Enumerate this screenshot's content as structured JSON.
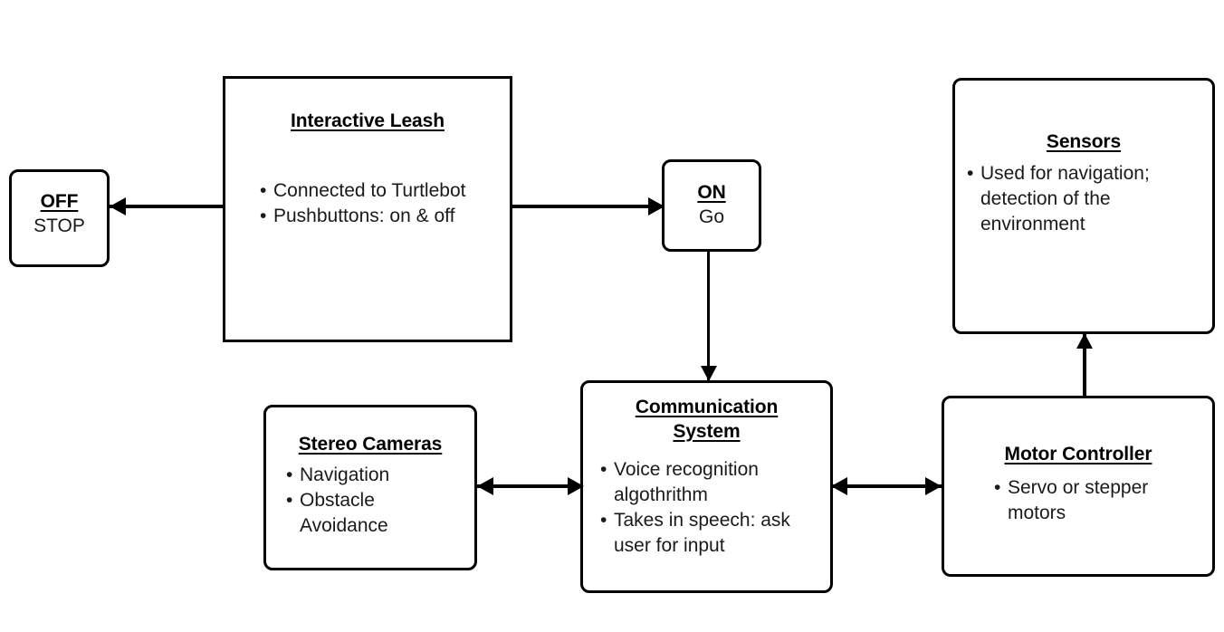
{
  "diagram": {
    "type": "block-diagram",
    "nodes": [
      {
        "id": "off",
        "title": "OFF",
        "subtitle": "STOP",
        "bullets": []
      },
      {
        "id": "interactive_leash",
        "title": "Interactive Leash",
        "bullets": [
          "Connected to Turtlebot",
          "Pushbuttons: on & off"
        ]
      },
      {
        "id": "on",
        "title": "ON",
        "subtitle": "Go",
        "bullets": []
      },
      {
        "id": "sensors",
        "title": "Sensors",
        "bullets": [
          "Used for navigation; detection of the environment"
        ]
      },
      {
        "id": "stereo_cameras",
        "title": "Stereo Cameras",
        "bullets": [
          "Navigation",
          "Obstacle Avoidance"
        ]
      },
      {
        "id": "communication_system",
        "title": "Communication System",
        "title_line1": "Communication",
        "title_line2": "System",
        "bullets": [
          "Voice recognition algothrithm",
          "Takes in speech: ask user for input"
        ]
      },
      {
        "id": "motor_controller",
        "title": "Motor Controller",
        "bullets": [
          "Servo or stepper motors"
        ]
      }
    ],
    "edges": [
      {
        "id": "leash-to-off",
        "from": "interactive_leash",
        "to": "off",
        "direction": "single",
        "orientation": "horizontal"
      },
      {
        "id": "leash-to-on",
        "from": "interactive_leash",
        "to": "on",
        "direction": "single",
        "orientation": "horizontal"
      },
      {
        "id": "on-to-comm",
        "from": "on",
        "to": "communication_system",
        "direction": "single",
        "orientation": "vertical"
      },
      {
        "id": "cameras-comm",
        "from": "stereo_cameras",
        "to": "communication_system",
        "direction": "double",
        "orientation": "horizontal"
      },
      {
        "id": "comm-motor",
        "from": "communication_system",
        "to": "motor_controller",
        "direction": "double",
        "orientation": "horizontal"
      },
      {
        "id": "motor-to-sensors",
        "from": "motor_controller",
        "to": "sensors",
        "direction": "single",
        "orientation": "vertical"
      }
    ],
    "colors": {
      "stroke": "#000000",
      "fill": "#ffffff",
      "text": "#1a1a1a"
    }
  }
}
